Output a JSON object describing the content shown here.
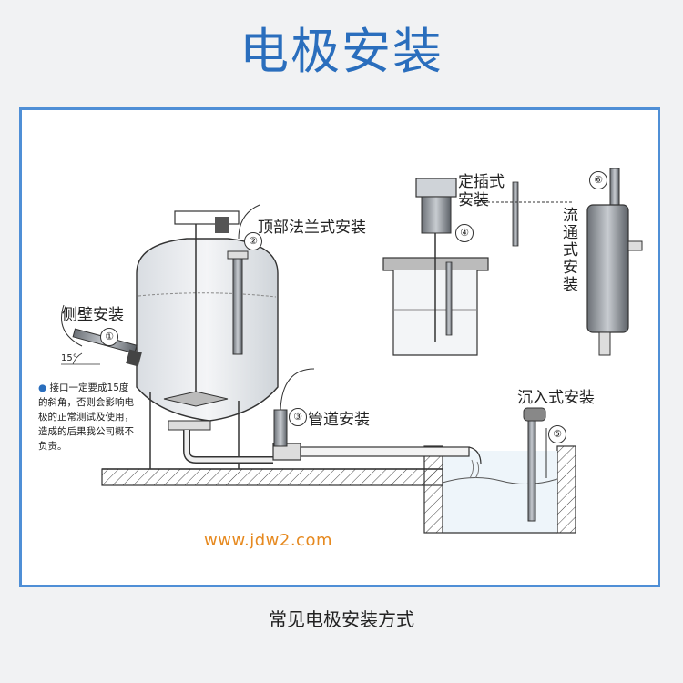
{
  "header": {
    "title": "电极安装"
  },
  "labels": {
    "side_wall": "侧壁安装",
    "top_flange": "顶部法兰式安装",
    "fixed_insert": "定插式安装",
    "flow_through": "流通式安装",
    "pipeline": "管道安装",
    "submerged": "沉入式安装",
    "angle": "15°",
    "note": "接口一定要成15度的斜角，否则会影响电极的正常测试及使用，造成的后果我公司概不负责。"
  },
  "markers": [
    "①",
    "②",
    "③",
    "④",
    "⑤",
    "⑥"
  ],
  "watermark": "www.jdw2.com",
  "caption": "常见电极安装方式",
  "colors": {
    "title": "#2a6ebd",
    "frame": "#4f8fd6",
    "watermark": "#e6891f"
  }
}
